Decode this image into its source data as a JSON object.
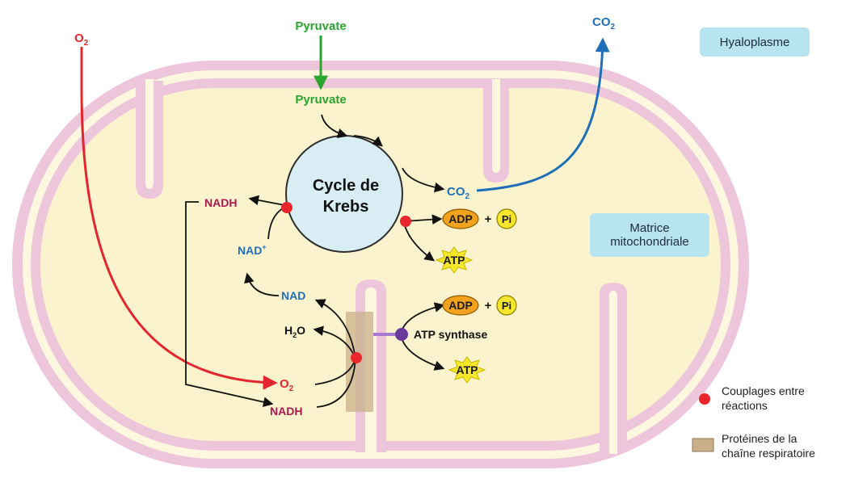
{
  "labels": {
    "o2_top": "O",
    "o2_top_sub": "2",
    "pyruvate_top": "Pyruvate",
    "pyruvate_inner": "Pyruvate",
    "co2_top": "CO",
    "co2_top_sub": "2",
    "co2_inner": "CO",
    "co2_inner_sub": "2",
    "cycle_line1": "Cycle de",
    "cycle_line2": "Krebs",
    "nadh_upper": "NADH",
    "nad_plus": "NAD",
    "nad_plus_sup": "+",
    "nad": "NAD",
    "h2o": "H",
    "h2o_sub": "2",
    "h2o_end": "O",
    "o2_inner": "O",
    "o2_inner_sub": "2",
    "nadh_lower": "NADH",
    "adp": "ADP",
    "pi": "Pi",
    "plus": "+",
    "atp": "ATP",
    "atp_synthase": "ATP synthase"
  },
  "regions": {
    "hyaloplasme": "Hyaloplasme",
    "matrice_line1": "Matrice",
    "matrice_line2": "mitochondriale"
  },
  "legend": {
    "couplages_line1": "Couplages entre",
    "couplages_line2": "réactions",
    "proteines_line1": "Protéines de la",
    "proteines_line2": "chaîne respiratoire"
  },
  "colors": {
    "membrane": "#eec6dc",
    "matrix": "#fbf3cd",
    "o2_arrow": "#e3262d",
    "pyruvate": "#2aa52e",
    "co2": "#1f6fb8",
    "nadh": "#b0174f",
    "coupling_dot": "#e8262c",
    "adp": "#f2a21c",
    "pi": "#f7e62b",
    "atp": "#f6e72a",
    "region_box": "#b8e4f0",
    "protein": "#c9b08a",
    "synthase": "#6a3a9a"
  }
}
